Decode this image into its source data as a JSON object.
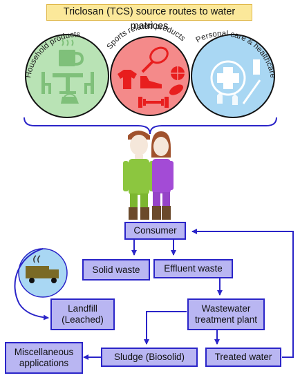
{
  "title": "Triclosan (TCS) source routes to water matrices",
  "categories": {
    "household": "Household products",
    "sports": "Sports related products",
    "personal": "Personal care & healthcare products"
  },
  "nodes": {
    "consumer": "Consumer",
    "solid_waste": "Solid waste",
    "effluent_waste": "Effluent waste",
    "landfill": "Landfill\n(Leached)",
    "wwtp": "Wastewater\ntreatment plant",
    "misc": "Miscellaneous\napplications",
    "sludge": "Sludge (Biosolid)",
    "treated_water": "Treated water"
  },
  "colors": {
    "household_circle": "#b9e3b5",
    "sports_circle": "#f48a8a",
    "personal_circle": "#a9d7f3",
    "box_fill": "#b9b6f2",
    "arrow": "#2a24c8",
    "title_fill": "#fbe89a"
  },
  "icons": [
    "coffee-mug-icon",
    "table-chairs-icon",
    "iron-icon",
    "tennis-racket-icon",
    "tshirt-icon",
    "sneaker-icon",
    "basketball-icon",
    "football-icon",
    "dumbbell-icon",
    "medical-cross-icon",
    "gloves-icon",
    "toothbrush-icon",
    "garbage-truck-icon",
    "man-avatar-icon",
    "woman-avatar-icon"
  ]
}
